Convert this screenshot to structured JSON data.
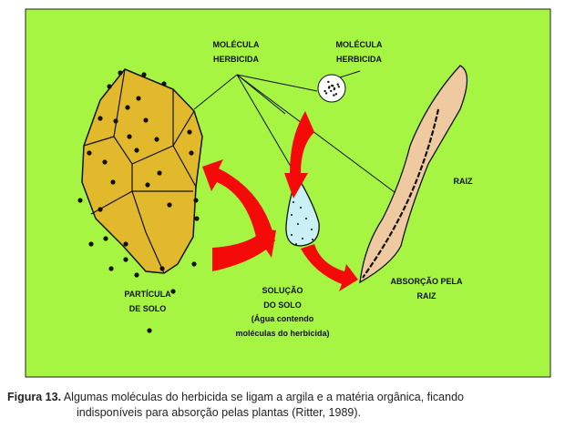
{
  "labels": {
    "molecule_1": [
      "MOLÉCULA",
      "HERBICIDA"
    ],
    "molecule_2": [
      "MOLÉCULA",
      "HERBICIDA"
    ],
    "root": "RAIZ",
    "absorption": [
      "ABSORÇÃO PELA",
      "RAIZ"
    ],
    "soil_particle": [
      "PARTÍCULA",
      "DE SOLO"
    ],
    "soil_solution": [
      "SOLUÇÃO",
      "DO SOLO",
      "(Água contendo",
      "moléculas do herbicida)"
    ]
  },
  "caption": {
    "number": "Figura 13.",
    "line1": "Algumas moléculas do herbicida se ligam a argila e a matéria orgânica, ficando",
    "line2": "indisponíveis para absorção pelas plantas (Ritter, 1989)."
  },
  "colors": {
    "background": "#a6f542",
    "soil": "#e2b92c",
    "arrow": "#f50a0a",
    "root": "#efc9a0",
    "water": "#c9f0f5"
  }
}
